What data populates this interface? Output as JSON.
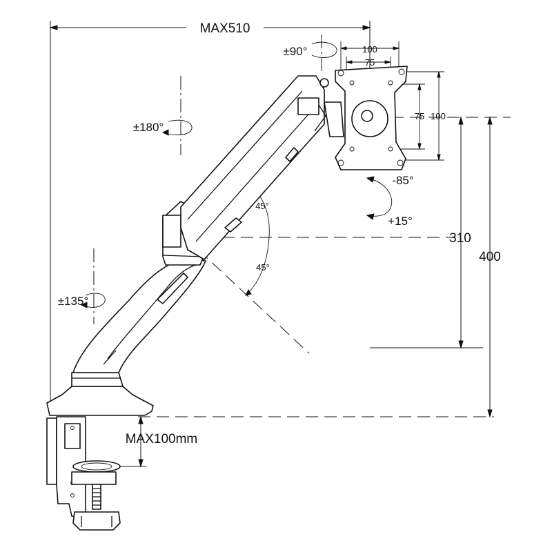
{
  "dimensions": {
    "max_reach": "MAX510",
    "clamp_thickness": "MAX100mm",
    "height_lower": "310",
    "height_upper": "400"
  },
  "rotations": {
    "tilt_top": "±90°",
    "swivel_mid": "±180°",
    "swivel_base": "±135°",
    "tilt_down": "-85°",
    "tilt_up": "+15°",
    "arm_up": "45°",
    "arm_down": "45°"
  },
  "vesa": {
    "h100": "100",
    "h75": "75",
    "v75": "75",
    "v100": "100"
  }
}
